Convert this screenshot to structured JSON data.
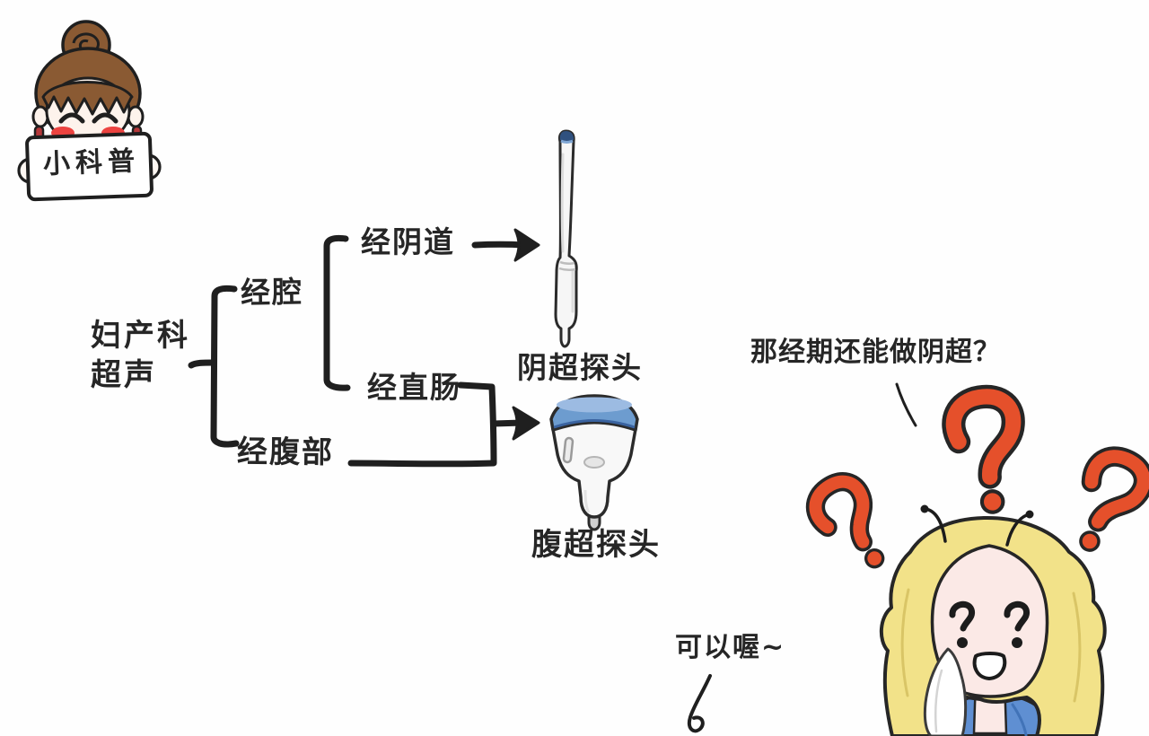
{
  "badge": {
    "sign_text": "小科普"
  },
  "flowchart": {
    "root_line1": "妇产科",
    "root_line2": "超声",
    "branch_cavity": "经腔",
    "branch_vaginal": "经阴道",
    "branch_rectal": "经直肠",
    "branch_abdominal": "经腹部",
    "vaginal_probe_label": "阴超探头",
    "abdominal_probe_label": "腹超探头"
  },
  "dialogue": {
    "question": "那经期还能做阴超？",
    "answer": "可以喔~"
  },
  "colors": {
    "ink": "#1f1f1f",
    "question_mark_fill": "#e5502b",
    "probe_body": "#f6f6f6",
    "probe_band_blue": "#6d9ccf",
    "probe_tip_navy": "#30517f",
    "girl_hair_blonde": "#f2e289",
    "girl_skin": "#fbe9e6",
    "girl_shirt_blue": "#5f8fd2",
    "sign_girl_hair_brown": "#8a5a33",
    "blush_red": "#ec4340",
    "hair_tie_red": "#b5383a"
  }
}
